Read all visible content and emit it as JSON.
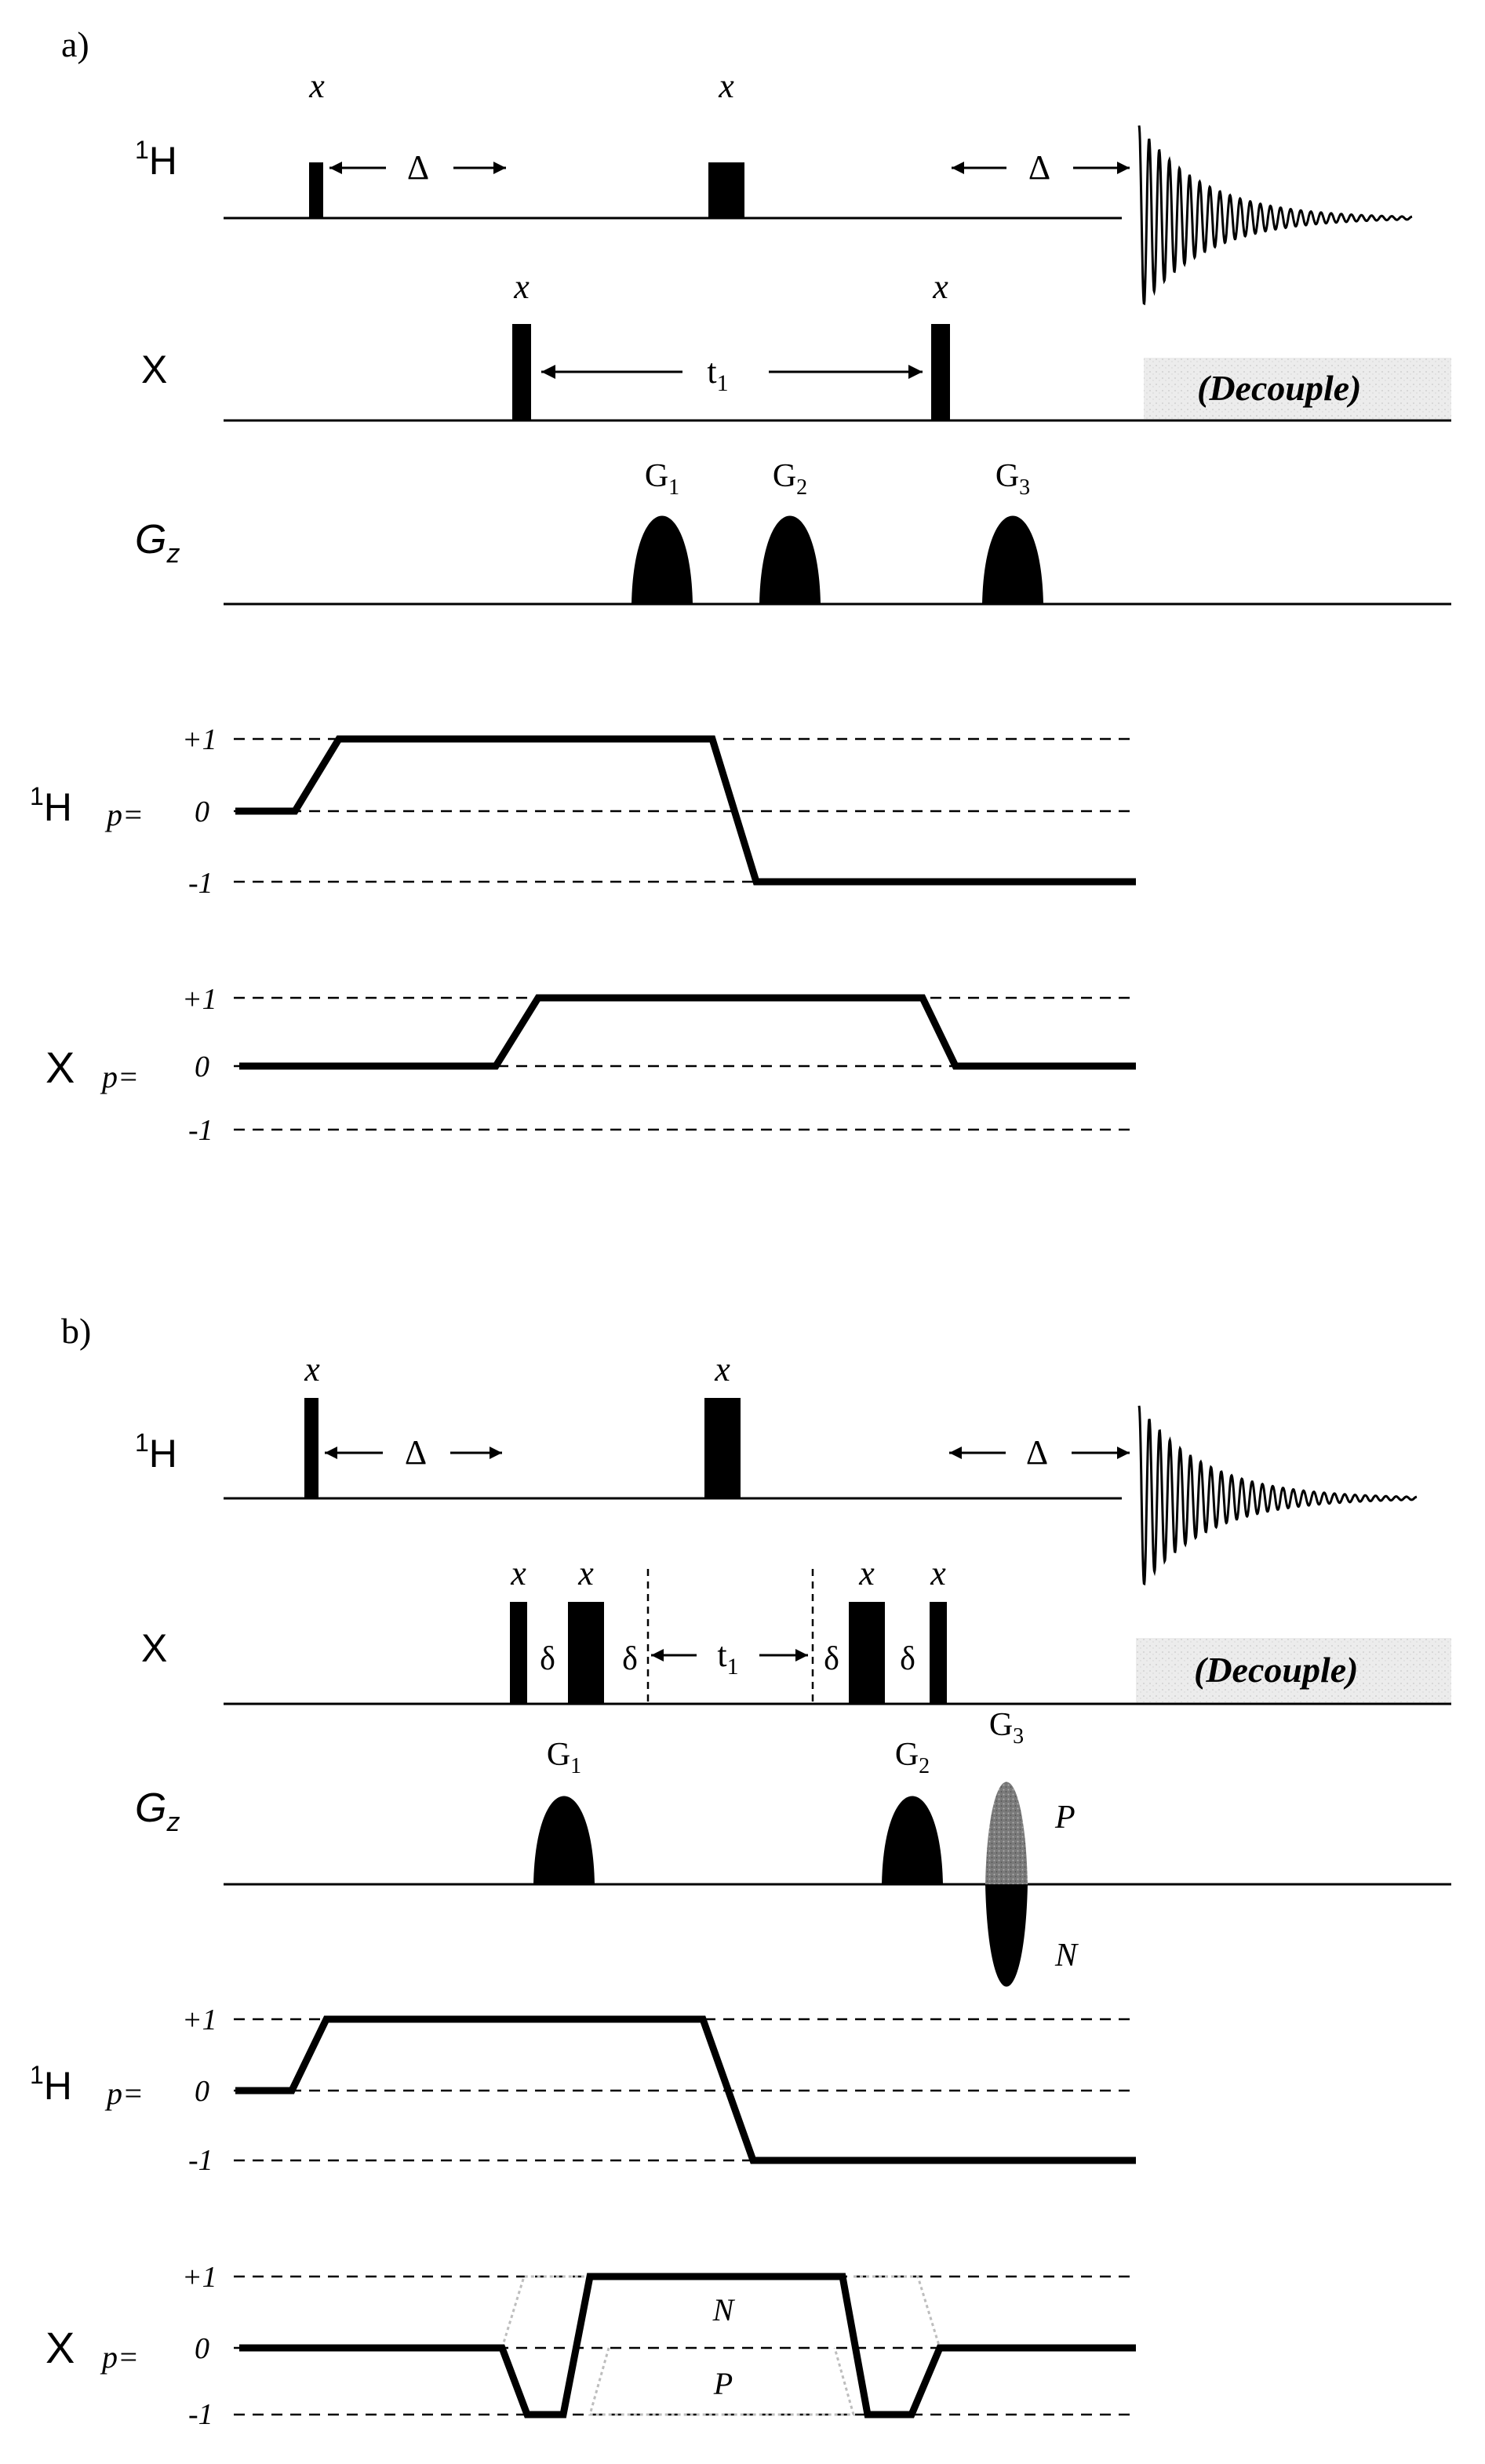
{
  "panel_a": {
    "label": "a)",
    "h_channel": {
      "label_sup": "1",
      "label_main": "H",
      "pulse1_phase": "x",
      "pulse2_phase": "x",
      "delay1": "Δ",
      "delay2": "Δ"
    },
    "x_channel": {
      "label": "X",
      "pulse1_phase": "x",
      "pulse2_phase": "x",
      "evolution": "t",
      "evolution_sub": "1",
      "decouple": "(Decouple)"
    },
    "gz_channel": {
      "label_main": "G",
      "label_sub": "z",
      "gradients": [
        {
          "main": "G",
          "sub": "1"
        },
        {
          "main": "G",
          "sub": "2"
        },
        {
          "main": "G",
          "sub": "3"
        }
      ]
    },
    "coherence_h": {
      "label_sup": "1",
      "label_main": "H",
      "p_label": "p=",
      "levels": [
        "+1",
        "0",
        "-1"
      ]
    },
    "coherence_x": {
      "label": "X",
      "p_label": "p=",
      "levels": [
        "+1",
        "0",
        "-1"
      ]
    }
  },
  "panel_b": {
    "label": "b)",
    "h_channel": {
      "label_sup": "1",
      "label_main": "H",
      "pulse1_phase": "x",
      "pulse2_phase": "x",
      "delay1": "Δ",
      "delay2": "Δ"
    },
    "x_channel": {
      "label": "X",
      "phases": [
        "x",
        "x",
        "x",
        "x"
      ],
      "delta": "δ",
      "evolution": "t",
      "evolution_sub": "1",
      "decouple": "(Decouple)"
    },
    "gz_channel": {
      "label_main": "G",
      "label_sub": "z",
      "gradients": [
        {
          "main": "G",
          "sub": "1"
        },
        {
          "main": "G",
          "sub": "2"
        },
        {
          "main": "G",
          "sub": "3"
        }
      ],
      "p_label": "P",
      "n_label": "N"
    },
    "coherence_h": {
      "label_sup": "1",
      "label_main": "H",
      "p_label": "p=",
      "levels": [
        "+1",
        "0",
        "-1"
      ]
    },
    "coherence_x": {
      "label": "X",
      "p_label": "p=",
      "levels": [
        "+1",
        "0",
        "-1"
      ],
      "n_label": "N",
      "p_path_label": "P"
    }
  },
  "colors": {
    "ink": "#000000",
    "decouple_shade": "#e6e6e6",
    "ghost_path": "#bdbdbd",
    "gradient_p_shade": "#8a8a8a"
  }
}
